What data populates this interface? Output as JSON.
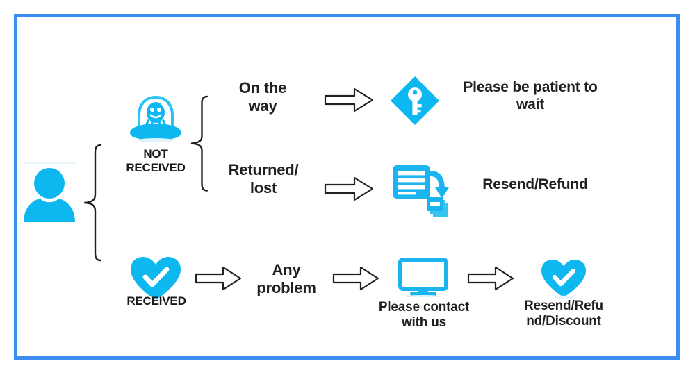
{
  "page": {
    "title": "Order status support flowchart",
    "border_color": "#3b8ef0",
    "accent_color": "#0cb8ef",
    "text_color": "#231f20",
    "background": "#ffffff"
  },
  "nodes": {
    "customer": {
      "icon": "person-icon",
      "label": ""
    },
    "not_received": {
      "icon": "ufo-alien-icon",
      "label": "NOT\nRECEIVED"
    },
    "received": {
      "icon": "heart-check-icon",
      "label": "RECEIVED"
    }
  },
  "branches": {
    "on_the_way": {
      "label": "On the\nway"
    },
    "returned_lost": {
      "label": "Returned/\nlost"
    },
    "any_problem": {
      "label": "Any\nproblem"
    }
  },
  "outcomes": {
    "be_patient": {
      "icon": "key-diamond-icon",
      "label": "Please be patient to\nwait"
    },
    "resend_refund": {
      "icon": "document-resend-icon",
      "label": "Resend/Refund"
    },
    "contact_us": {
      "icon": "monitor-icon",
      "label": "Please contact\nwith us"
    },
    "resend_refund_discount": {
      "icon": "heart-check-icon",
      "label": "Resend/Refu\nnd/Discount"
    }
  },
  "connectors": {
    "brace_main": "curly-brace",
    "brace_not_received": "curly-brace",
    "arrow_on_the_way": "right-arrow",
    "arrow_returned_lost": "right-arrow",
    "arrow_received": "right-arrow",
    "arrow_any_problem": "right-arrow",
    "arrow_contact": "right-arrow"
  }
}
